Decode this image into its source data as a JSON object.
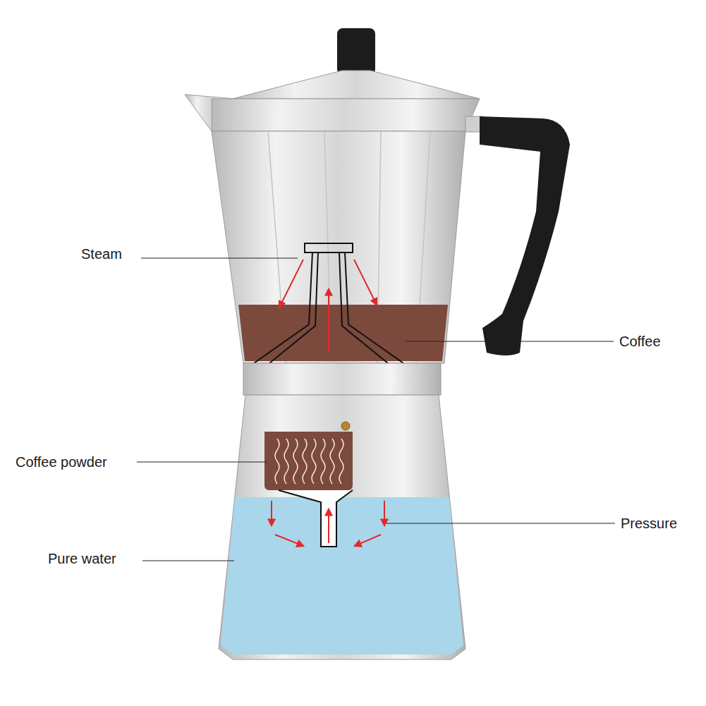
{
  "diagram": {
    "labels": [
      "Steam",
      "Coffee",
      "Coffee powder",
      "Pressure",
      "Pure water"
    ]
  }
}
